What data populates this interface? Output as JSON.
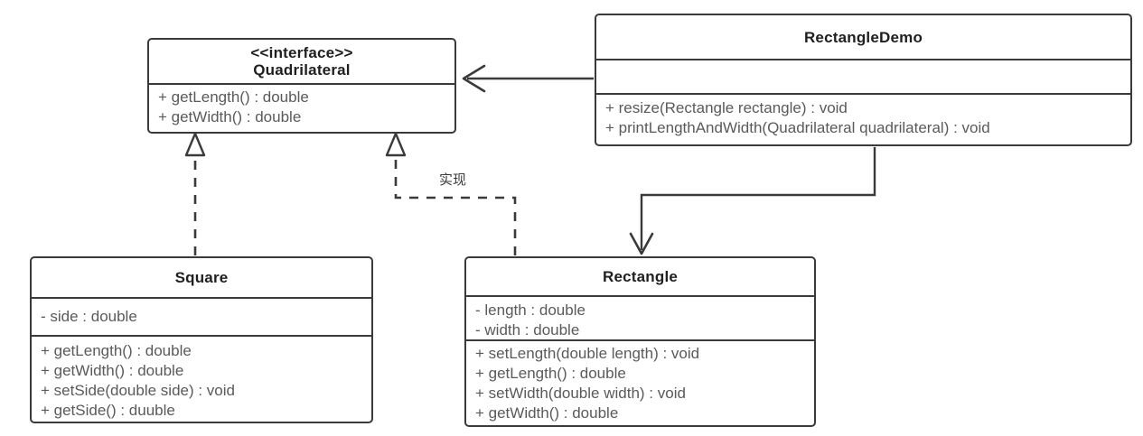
{
  "diagram": {
    "type": "uml-class-diagram",
    "background": "#ffffff",
    "line_color": "#3a3a3a",
    "text_color": "#4a4a4a"
  },
  "classes": {
    "quadrilateral": {
      "stereotype": "<<interface>>",
      "name": "Quadrilateral",
      "attributes": [],
      "operations": [
        "+ getLength() :  double",
        "+ getWidth() :   double"
      ]
    },
    "rectangledemo": {
      "stereotype": "",
      "name": "RectangleDemo",
      "attributes": [],
      "operations": [
        "+ resize(Rectangle rectangle) : void",
        "+ printLengthAndWidth(Quadrilateral quadrilateral) : void"
      ]
    },
    "square": {
      "stereotype": "",
      "name": "Square",
      "attributes": [
        "- side : double"
      ],
      "operations": [
        "+ getLength() :  double",
        "+ getWidth() :   double",
        "+ setSide(double side) : void",
        "+ getSide() : duuble"
      ]
    },
    "rectangle": {
      "stereotype": "",
      "name": "Rectangle",
      "attributes": [
        "- length :   double",
        "- width :   double"
      ],
      "operations": [
        "+ setLength(double length) :  void",
        "+ getLength() :  double",
        "+ setWidth(double  width) : void",
        "+ getWidth() :   double"
      ]
    }
  },
  "relationships": [
    {
      "id": "rel-demo-uses-quadrilateral",
      "from": "rectangledemo",
      "to": "quadrilateral",
      "kind": "dependency",
      "arrowhead": "open",
      "line": "solid",
      "label": ""
    },
    {
      "id": "rel-demo-uses-rectangle",
      "from": "rectangledemo",
      "to": "rectangle",
      "kind": "dependency",
      "arrowhead": "open",
      "line": "solid",
      "label": ""
    },
    {
      "id": "rel-square-implements",
      "from": "square",
      "to": "quadrilateral",
      "kind": "realization",
      "arrowhead": "hollow-triangle",
      "line": "dashed",
      "label": ""
    },
    {
      "id": "rel-rectangle-implements",
      "from": "rectangle",
      "to": "quadrilateral",
      "kind": "realization",
      "arrowhead": "hollow-triangle",
      "line": "dashed",
      "label": "实现"
    }
  ],
  "labels": {
    "implements": "实现"
  }
}
